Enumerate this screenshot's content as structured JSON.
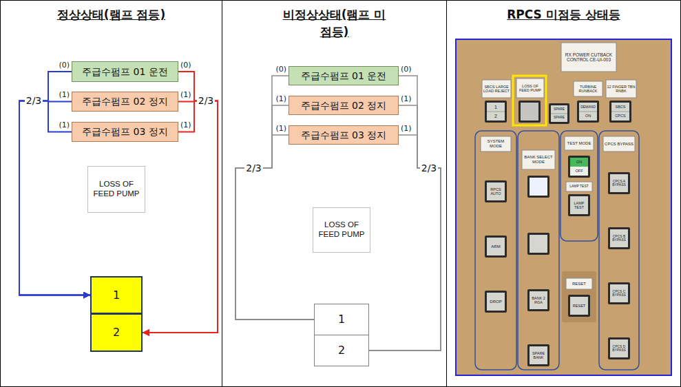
{
  "diagram": {
    "nodes": [
      {
        "text": [
          "정상상태(램프 점등)"
        ]
      },
      {
        "text": [
          "비정상상태(램프 미점등)"
        ]
      },
      {
        "text": [
          "RPCS 미점등 상태등"
        ]
      },
      {
        "text": [
          "주급수펌프 01 운전"
        ],
        "in": 0
      },
      {
        "text": [
          "주급수펌프 02 정지"
        ],
        "in": 0
      },
      {
        "text": [
          "주급수펌프 03 정지"
        ],
        "in": 0
      },
      {
        "text": [
          "LOSS OF FEED PUMP"
        ],
        "in": 0
      },
      {
        "text": [
          "1"
        ],
        "in": 0
      },
      {
        "text": [
          "2"
        ],
        "in": 0
      },
      {
        "text": [
          "주급수펌프 01 운전"
        ],
        "in": 1
      },
      {
        "text": [
          "주급수펌프 02 정지"
        ],
        "in": 1
      },
      {
        "text": [
          "주급수펌프 03 정지"
        ],
        "in": 1
      },
      {
        "text": [
          "LOSS OF FEED PUMP"
        ],
        "in": 1
      },
      {
        "text": [
          "1"
        ],
        "in": 1
      },
      {
        "text": [
          "2"
        ],
        "in": 1
      }
    ],
    "edges": [
      {
        "from": 3,
        "to": 7,
        "arrow": "to"
      },
      {
        "from": 4,
        "to": 7,
        "arrow": "to"
      },
      {
        "from": 5,
        "to": 7,
        "arrow": "to"
      },
      {
        "from": 3,
        "to": 8,
        "arrow": "to"
      },
      {
        "from": 4,
        "to": 8,
        "arrow": "to"
      },
      {
        "from": 5,
        "to": 8,
        "arrow": "to"
      },
      {
        "from": 9,
        "to": 13,
        "arrow": "none"
      },
      {
        "from": 10,
        "to": 13,
        "arrow": "none"
      },
      {
        "from": 11,
        "to": 13,
        "arrow": "none"
      },
      {
        "from": 9,
        "to": 14,
        "arrow": "none"
      },
      {
        "from": 10,
        "to": 14,
        "arrow": "none"
      },
      {
        "from": 11,
        "to": 14,
        "arrow": "none"
      }
    ],
    "labels": [
      "(0)",
      "(0)",
      "(1)",
      "(1)",
      "(1)",
      "(1)",
      "2/3",
      "2/3",
      "(0)",
      "(0)",
      "(1)",
      "(1)",
      "(1)",
      "(1)",
      "2/3",
      "2/3",
      "RX POWER CUTBACK CONTROL CE-UI-003",
      "SBCS LARGE LOAD REJECT",
      "LOSS OF FEED PUMP",
      "TURBINE RUNBACK",
      "12 FINGER TBN RNBK",
      "1",
      "2",
      "SPARE",
      "SPARE",
      "DEMAND",
      "ON",
      "SBCS",
      "CPCS",
      "SYSTEM MODE",
      "BANK SELECT MODE",
      "TEST MODE",
      "CPCS BYPASS",
      "RPCS AUTO",
      "ARM",
      "DROP",
      "BANK 2 RGA",
      "SPARE BANK",
      "ON",
      "OFF",
      "LAMP TEST",
      "LAMP TEST",
      "RESET",
      "RESET",
      "CPCS A BYPASS",
      "CPCS B BYPASS",
      "CPCS C BYPASS",
      "CPCS D BYPASS"
    ]
  }
}
